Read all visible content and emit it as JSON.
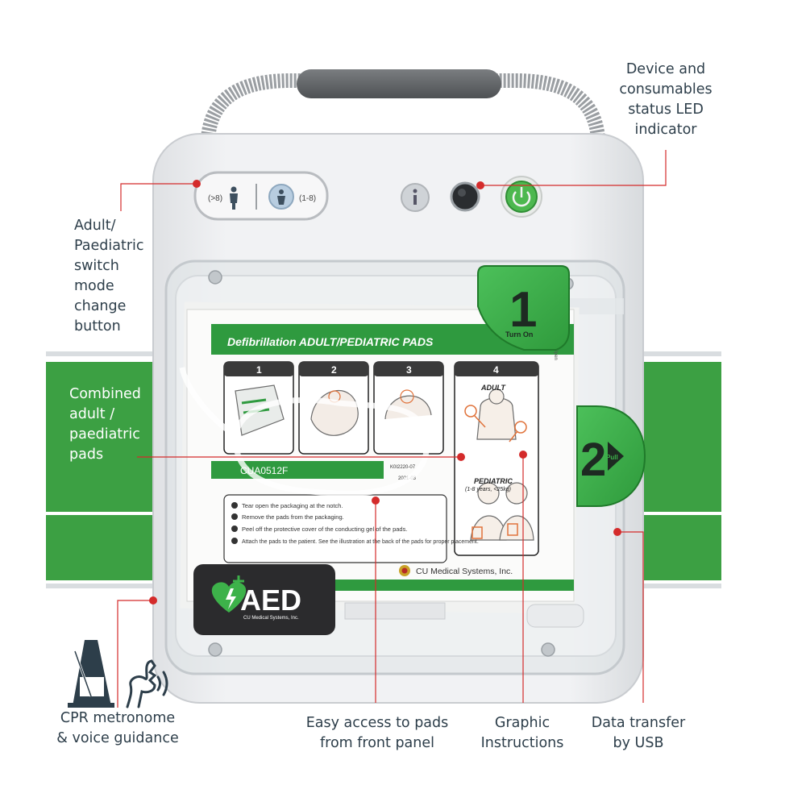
{
  "labels": {
    "status_led": [
      "Device and",
      "consumables",
      "status LED",
      "indicator"
    ],
    "switch_button": [
      "Adult/",
      "Paediatric",
      "switch",
      "mode",
      "change",
      "button"
    ],
    "combined_pads": [
      "Combined",
      "adult /",
      "paediatric",
      "pads"
    ],
    "cpr": [
      "CPR metronome",
      "& voice guidance"
    ],
    "easy_access": [
      "Easy access to pads",
      "from front panel"
    ],
    "graphic_instructions": [
      "Graphic",
      "Instructions"
    ],
    "usb": [
      "Data transfer",
      "by USB"
    ]
  },
  "device": {
    "adult_range": "(>8)",
    "child_range": "(1-8)",
    "info_icon": "info-icon",
    "power_icon": "power-icon"
  },
  "pads_package": {
    "title": "Defibrillation ADULT/PEDIATRIC PADS",
    "steps": [
      "1",
      "2",
      "3",
      "4"
    ],
    "adult_label": "ADULT",
    "pediatric_label": "PEDIATRIC",
    "pediatric_detail": "(1-8 years, <25kg)",
    "model": "CUA0512F",
    "lot": "K0I2220-07",
    "expiry": "2021-03",
    "instructions": [
      "Tear open the packaging at the notch.",
      "Remove the pads from the packaging.",
      "Peel off the protective cover of the conducting gel of the pads.",
      "Attach the pads to the patient. See the illustration at the back of the pads for proper placement."
    ],
    "manufacturer": "CU Medical Systems, Inc.",
    "edge_open": "Open"
  },
  "tabs": {
    "step1_number": "1",
    "step1_label": "Turn On",
    "step2_number": "2",
    "step2_label": "Pull"
  },
  "aed_badge": {
    "text": "AED",
    "maker": "CU Medical Systems, Inc."
  },
  "colors": {
    "green_band": "#3ca043",
    "tab_green": "#3db24a",
    "callout_line": "#d42b2b",
    "label_text": "#2d3e4a",
    "device_body": "#ecedef"
  }
}
